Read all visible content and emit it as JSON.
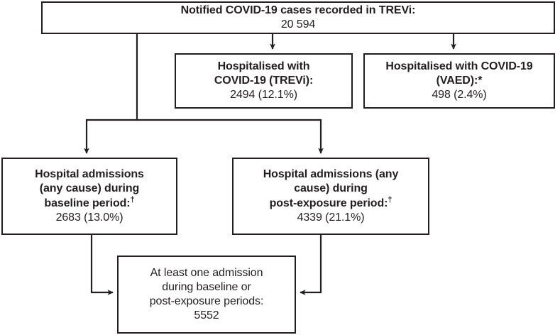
{
  "chart_data": {
    "type": "diagram",
    "title": "COVID-19 case and hospital admission flow",
    "nodes": [
      {
        "id": "notified",
        "title": "Notified COVID-19 cases recorded in TREVi:",
        "value": "20 594",
        "count": 20594,
        "bold_title": true
      },
      {
        "id": "hosp_trevi",
        "title": "Hospitalised with COVID-19 (TREVi):",
        "value": "2494 (12.1%)",
        "count": 2494,
        "percent": 12.1,
        "bold_title": true
      },
      {
        "id": "hosp_vaed",
        "title": "Hospitalised with COVID-19 (VAED):*",
        "value": "498 (2.4%)",
        "count": 498,
        "percent": 2.4,
        "bold_title": true
      },
      {
        "id": "adm_baseline",
        "title": "Hospital admissions (any cause) during baseline period:",
        "value": "2683 (13.0%)",
        "count": 2683,
        "percent": 13.0,
        "bold_title": true
      },
      {
        "id": "adm_postexp",
        "title": "Hospital admissions (any cause) during post-exposure period:",
        "value": "4339 (21.1%)",
        "count": 4339,
        "percent": 21.1,
        "bold_title": true
      },
      {
        "id": "atleast_one",
        "title": "At least one admission during baseline or post-exposure periods:",
        "value": "5552",
        "count": 5552,
        "bold_title": false
      }
    ],
    "edges": [
      {
        "from": "notified",
        "to": "hosp_trevi"
      },
      {
        "from": "notified",
        "to": "hosp_vaed"
      },
      {
        "from": "notified",
        "to": "adm_baseline"
      },
      {
        "from": "notified",
        "to": "adm_postexp"
      },
      {
        "from": "adm_baseline",
        "to": "atleast_one"
      },
      {
        "from": "adm_postexp",
        "to": "atleast_one"
      }
    ],
    "footnote_markers": [
      "*",
      "†"
    ]
  },
  "nodes": {
    "notified": {
      "line1": "Notified COVID-19 cases recorded in TREVi:",
      "value": "20 594"
    },
    "hosp_trevi": {
      "line1": "Hospitalised with",
      "line2": "COVID-19 (TREVi):",
      "value": "2494 (12.1%)"
    },
    "hosp_vaed": {
      "line1": "Hospitalised with COVID-19",
      "line2": "(VAED):*",
      "value": "498 (2.4%)"
    },
    "adm_baseline": {
      "line1": "Hospital admissions",
      "line2": "(any cause) during",
      "line3": "baseline period:",
      "marker": "†",
      "value": "2683 (13.0%)"
    },
    "adm_postexp": {
      "line1": "Hospital admissions (any",
      "line2": "cause) during",
      "line3": "post-exposure period:",
      "marker": "†",
      "value": "4339 (21.1%)"
    },
    "atleast_one": {
      "line1": "At least one admission",
      "line2": "during baseline or",
      "line3": "post-exposure periods:",
      "value": "5552"
    }
  },
  "colors": {
    "stroke": "#231f20",
    "background": "#ffffff",
    "text": "#231f20"
  }
}
